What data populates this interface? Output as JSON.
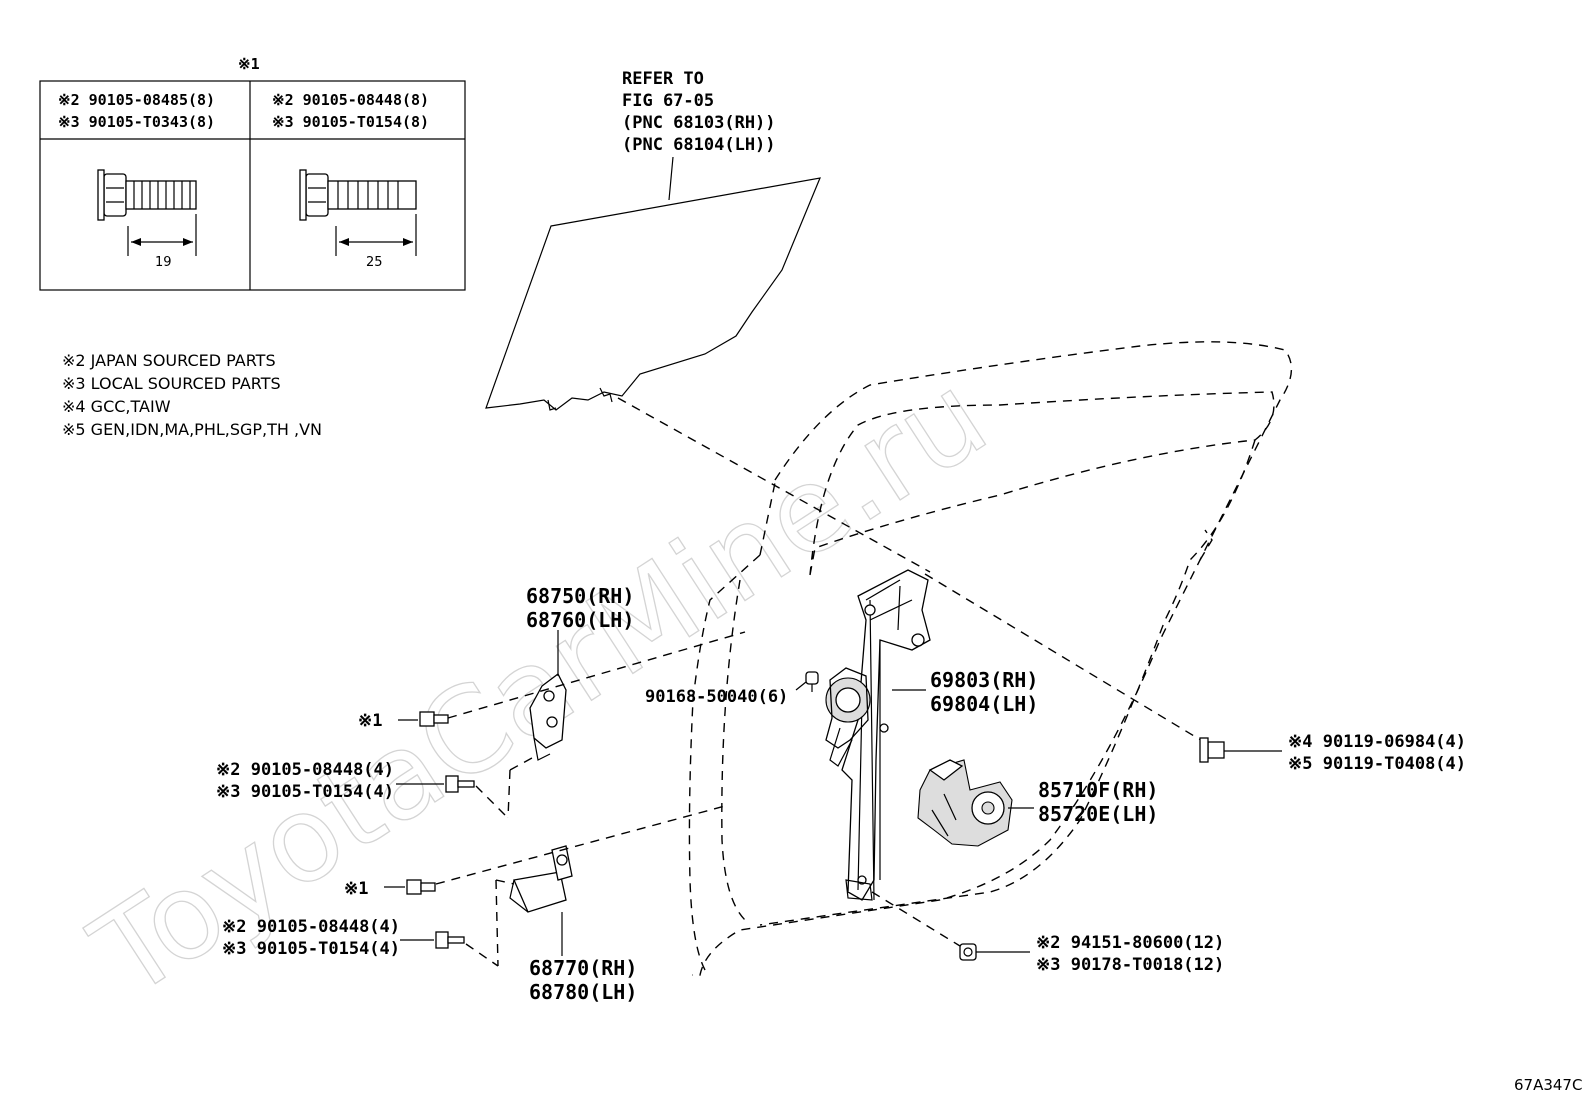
{
  "watermark": "ToyotaCarMine.ru",
  "figure_code": "67A347C",
  "table": {
    "header_mark": "※1",
    "col1": {
      "line1": "※2 90105-08485(8)",
      "line2": "※3 90105-T0343(8)",
      "dimension": "19"
    },
    "col2": {
      "line1": "※2 90105-08448(8)",
      "line2": "※3 90105-T0154(8)",
      "dimension": "25"
    }
  },
  "legend": [
    "※2 JAPAN SOURCED PARTS",
    "※3 LOCAL SOURCED PARTS",
    "※4 GCC,TAIW",
    "※5 GEN,IDN,MA,PHL,SGP,TH ,VN"
  ],
  "refer": {
    "line1": "REFER TO",
    "line2": "FIG 67-05",
    "line3": "(PNC 68103(RH))",
    "line4": "(PNC 68104(LH))"
  },
  "callouts": {
    "hinge_upper": {
      "rh": "68750(RH)",
      "lh": "68760(LH)"
    },
    "hinge_lower": {
      "rh": "68770(RH)",
      "lh": "68780(LH)"
    },
    "regulator": {
      "rh": "69803(RH)",
      "lh": "69804(LH)"
    },
    "motor": {
      "rh": "85710F(RH)",
      "lh": "85720E(LH)"
    },
    "clip": "90168-50040(6)",
    "bolt_upper_mark": "※1",
    "bolt_lower_mark": "※1",
    "screw_upper": {
      "line1": "※2 90105-08448(4)",
      "line2": "※3 90105-T0154(4)"
    },
    "screw_lower": {
      "line1": "※2 90105-08448(4)",
      "line2": "※3 90105-T0154(4)"
    },
    "bolt_right": {
      "line1": "※4 90119-06984(4)",
      "line2": "※5 90119-T0408(4)"
    },
    "nut": {
      "line1": "※2 94151-80600(12)",
      "line2": "※3 90178-T0018(12)"
    }
  }
}
